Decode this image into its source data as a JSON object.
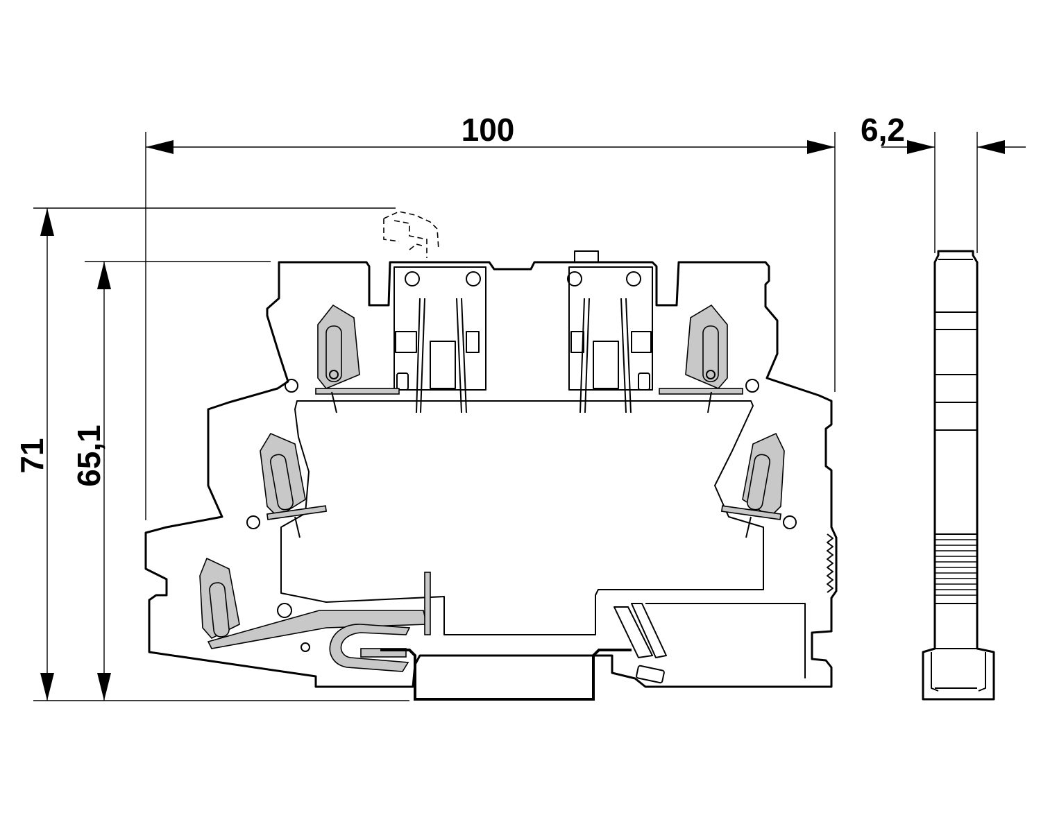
{
  "dimensions": {
    "length": "100",
    "width": "6,2",
    "height_total": "71",
    "height_body": "65,1"
  }
}
